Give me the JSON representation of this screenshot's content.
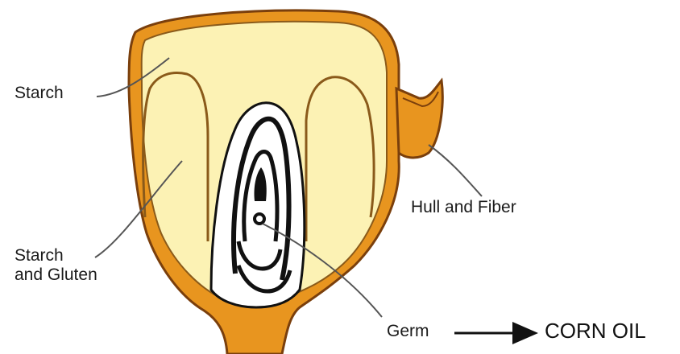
{
  "labels": {
    "starch": "Starch",
    "starch_and_gluten_line1": "Starch",
    "starch_and_gluten_line2": "and Gluten",
    "hull_and_fiber": "Hull and Fiber",
    "germ": "Germ",
    "corn_oil": "CORN OIL"
  },
  "colors": {
    "hull": "#e8951f",
    "hull_outline": "#7a3f0c",
    "endosperm": "#fcf2b4",
    "endosperm_outline": "#8a5a1a",
    "germ_white": "#ffffff",
    "germ_black": "#111111",
    "leader_line": "#555555"
  }
}
